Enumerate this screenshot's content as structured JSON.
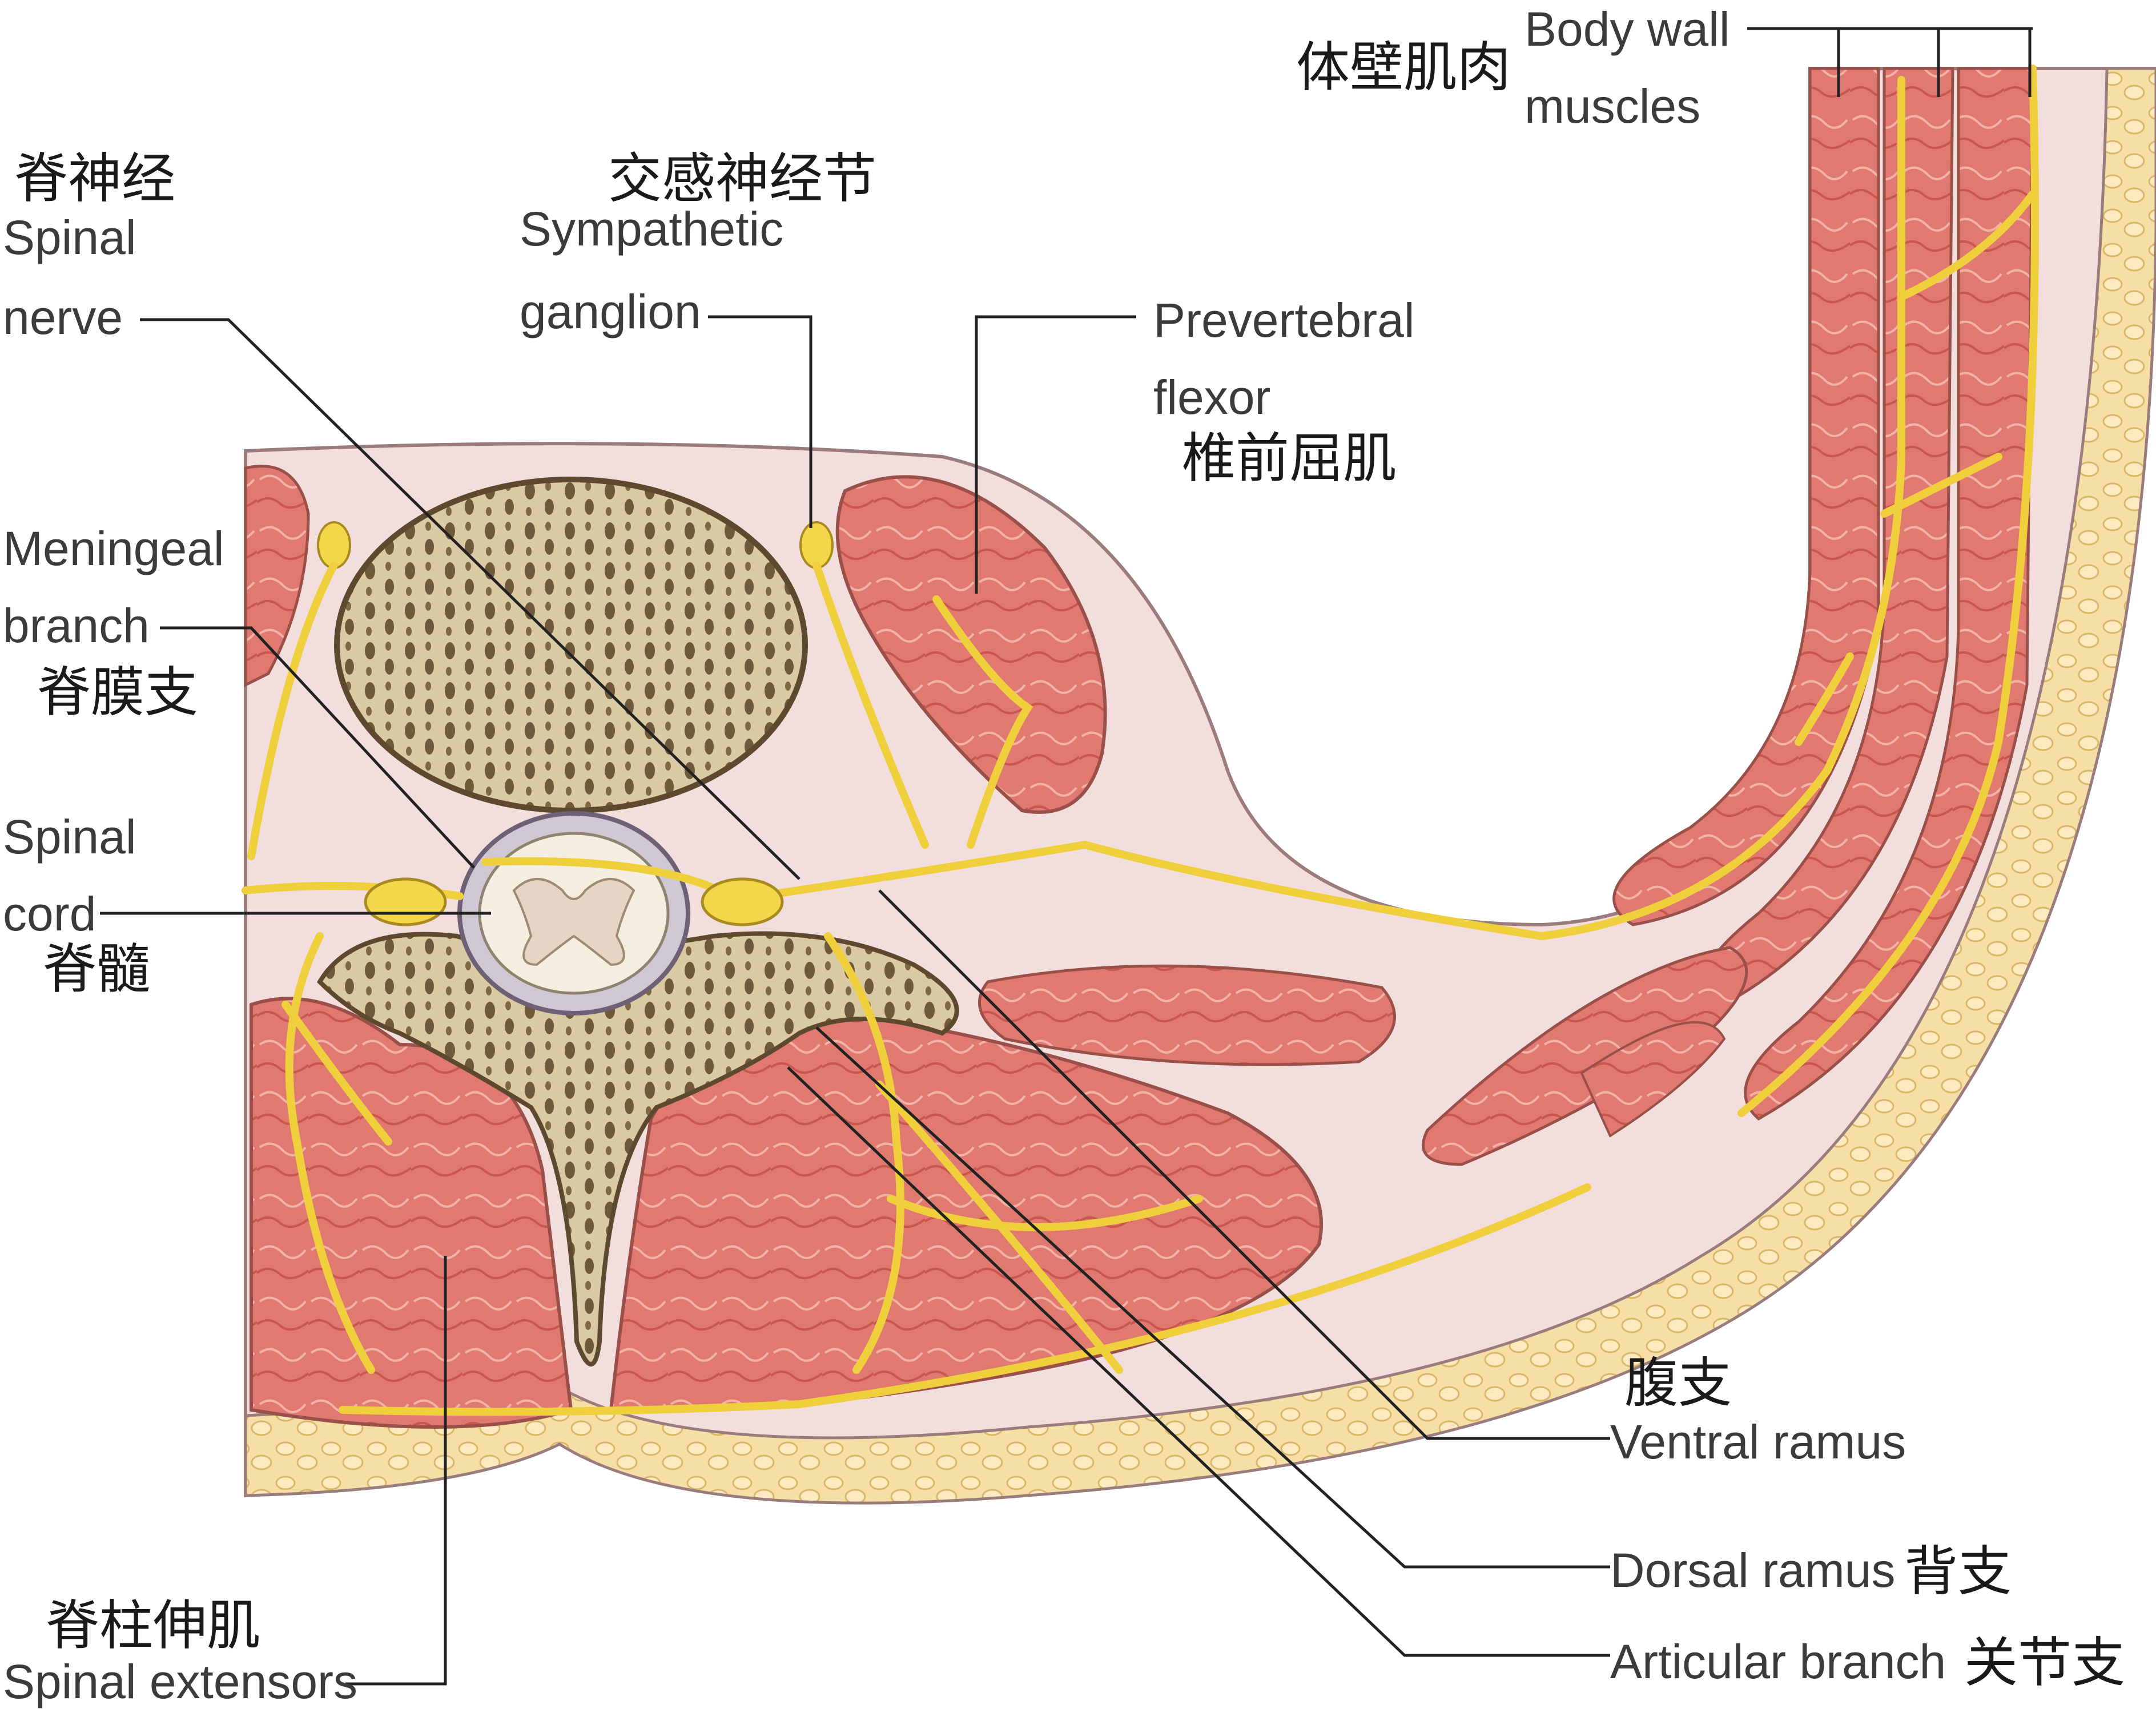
{
  "labels": {
    "body_wall": {
      "en_1": "Body wall",
      "en_2": "muscles",
      "zh": "体壁肌肉"
    },
    "spinal_nerve": {
      "zh": "脊神经",
      "en_1": "Spinal",
      "en_2": "nerve"
    },
    "sympathetic_ganglion": {
      "zh": "交感神经节",
      "en_1": "Sympathetic",
      "en_2": "ganglion"
    },
    "prevertebral_flexor": {
      "en_1": "Prevertebral",
      "en_2": "flexor",
      "zh": "椎前屈肌"
    },
    "meningeal_branch": {
      "en_1": "Meningeal",
      "en_2": "branch",
      "zh": "脊膜支"
    },
    "spinal_cord": {
      "en_1": "Spinal",
      "en_2": "cord",
      "zh": "脊髓"
    },
    "ventral_ramus": {
      "zh": "腹支",
      "en": "Ventral ramus"
    },
    "dorsal_ramus": {
      "en": "Dorsal ramus",
      "zh": "背支"
    },
    "articular_branch": {
      "en": "Articular branch",
      "zh": "关节支"
    },
    "spinal_extensors": {
      "zh": "脊柱伸肌",
      "en": "Spinal extensors"
    }
  },
  "colors": {
    "muscle": "#e07a70",
    "muscle_dark": "#c9574e",
    "bone": "#d8c8a0",
    "bone_spot": "#6e5a3a",
    "nerve": "#f3d74a",
    "fat": "#f6dfa6",
    "skin": "#f3dede",
    "cord": "#f4eee0"
  }
}
